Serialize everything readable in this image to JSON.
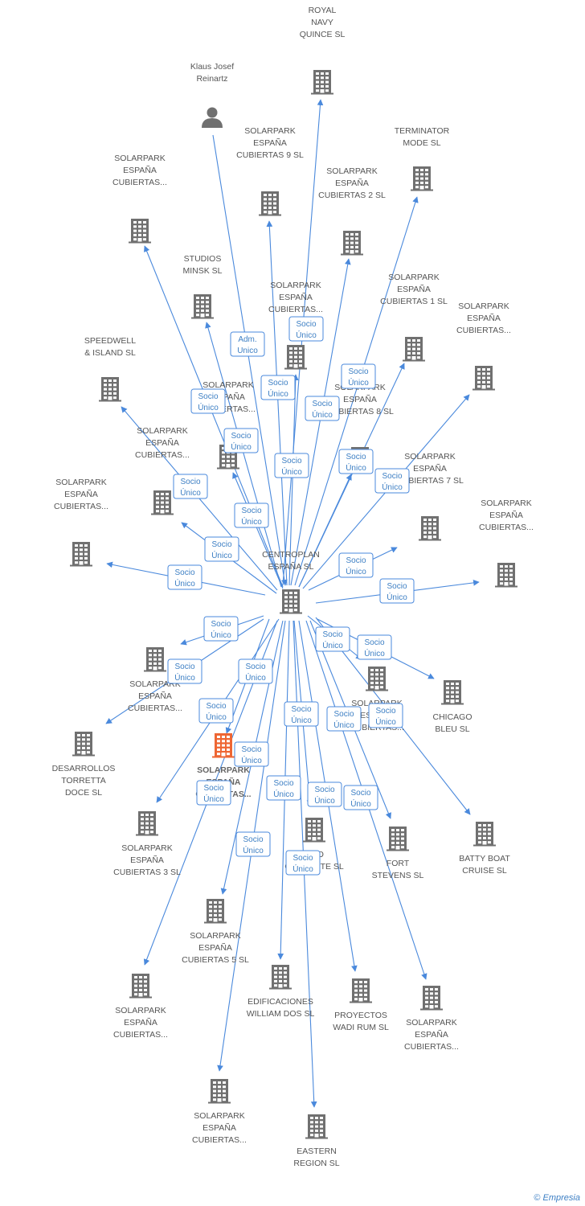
{
  "colors": {
    "edge": "#4a89dc",
    "building": "#707070",
    "focus_building": "#ee6633",
    "person": "#707070",
    "badge_border": "#4a89dc",
    "badge_text": "#3d7fc4"
  },
  "nodes": [
    {
      "id": "center",
      "type": "company",
      "lines": [
        "CENTROPLAN",
        "ESPAÑA SL"
      ]
    },
    {
      "id": "royal",
      "type": "company",
      "lines": [
        "ROYAL",
        "NAVY",
        "QUINCE SL"
      ]
    },
    {
      "id": "klaus",
      "type": "person",
      "lines": [
        "Klaus Josef",
        "Reinartz"
      ]
    },
    {
      "id": "terminator",
      "type": "company",
      "lines": [
        "TERMINATOR",
        "MODE SL"
      ]
    },
    {
      "id": "sec9",
      "type": "company",
      "lines": [
        "SOLARPARK",
        "ESPAÑA",
        "CUBIERTAS 9 SL"
      ]
    },
    {
      "id": "sec_a",
      "type": "company",
      "lines": [
        "SOLARPARK",
        "ESPAÑA",
        "CUBIERTAS..."
      ]
    },
    {
      "id": "sec2",
      "type": "company",
      "lines": [
        "SOLARPARK",
        "ESPAÑA",
        "CUBIERTAS 2 SL"
      ]
    },
    {
      "id": "studios",
      "type": "company",
      "lines": [
        "STUDIOS",
        "MINSK SL"
      ]
    },
    {
      "id": "sec_mid",
      "type": "company",
      "lines": [
        "SOLARPARK",
        "ESPAÑA",
        "CUBIERTAS..."
      ]
    },
    {
      "id": "sec1",
      "type": "company",
      "lines": [
        "SOLARPARK",
        "ESPAÑA",
        "CUBIERTAS 1  SL"
      ]
    },
    {
      "id": "sec_r1",
      "type": "company",
      "lines": [
        "SOLARPARK",
        "ESPAÑA",
        "CUBIERTAS..."
      ]
    },
    {
      "id": "speedwell",
      "type": "company",
      "lines": [
        "SPEEDWELL",
        "& ISLAND SL"
      ]
    },
    {
      "id": "sec_cubie",
      "type": "company",
      "lines": [
        "SOLARPARK",
        "ESPAÑA",
        "CUBIERTAS..."
      ]
    },
    {
      "id": "sec8",
      "type": "company",
      "lines": [
        "SOLARPARK",
        "ESPAÑA",
        "CUBIERTAS 8 SL"
      ]
    },
    {
      "id": "sec_l1",
      "type": "company",
      "lines": [
        "SOLARPARK",
        "ESPAÑA",
        "CUBIERTAS..."
      ]
    },
    {
      "id": "sec7",
      "type": "company",
      "lines": [
        "SOLARPARK",
        "ESPAÑA",
        "CUBIERTAS 7 SL"
      ]
    },
    {
      "id": "sec_l2",
      "type": "company",
      "lines": [
        "SOLARPARK",
        "ESPAÑA",
        "CUBIERTAS..."
      ]
    },
    {
      "id": "sec_r2",
      "type": "company",
      "lines": [
        "SOLARPARK",
        "ESPAÑA",
        "CUBIERTAS..."
      ]
    },
    {
      "id": "sec_l3",
      "type": "company",
      "lines": [
        "SOLARPARK",
        "ESPAÑA",
        "CUBIERTAS..."
      ]
    },
    {
      "id": "sec_c2",
      "type": "company",
      "lines": [
        "SOLARPARK",
        "ESPAÑA",
        "CUBIERTAS..."
      ]
    },
    {
      "id": "chicago",
      "type": "company",
      "lines": [
        "CHICAGO",
        "BLEU SL"
      ]
    },
    {
      "id": "desarrollos",
      "type": "company",
      "lines": [
        "DESARROLLOS",
        "TORRETTA",
        "DOCE SL"
      ]
    },
    {
      "id": "focus",
      "type": "focus",
      "lines": [
        "SOLARPARK",
        "ESPAÑA",
        "CUBIERTAS..."
      ]
    },
    {
      "id": "sec3",
      "type": "company",
      "lines": [
        "SOLARPARK",
        "ESPAÑA",
        "CUBIERTAS 3 SL"
      ]
    },
    {
      "id": "oro",
      "type": "company",
      "lines": [
        "ORO",
        "CUARENTE SL"
      ]
    },
    {
      "id": "fort",
      "type": "company",
      "lines": [
        "FORT",
        "STEVENS SL"
      ]
    },
    {
      "id": "batty",
      "type": "company",
      "lines": [
        "BATTY BOAT",
        "CRUISE SL"
      ]
    },
    {
      "id": "sec5",
      "type": "company",
      "lines": [
        "SOLARPARK",
        "ESPAÑA",
        "CUBIERTAS 5 SL"
      ]
    },
    {
      "id": "sec_bl",
      "type": "company",
      "lines": [
        "SOLARPARK",
        "ESPAÑA",
        "CUBIERTAS..."
      ]
    },
    {
      "id": "edificaciones",
      "type": "company",
      "lines": [
        "EDIFICACIONES",
        "WILLIAM DOS SL"
      ]
    },
    {
      "id": "proyectos",
      "type": "company",
      "lines": [
        "PROYECTOS",
        "WADI RUM SL"
      ]
    },
    {
      "id": "sec_br",
      "type": "company",
      "lines": [
        "SOLARPARK",
        "ESPAÑA",
        "CUBIERTAS..."
      ]
    },
    {
      "id": "sec_b",
      "type": "company",
      "lines": [
        "SOLARPARK",
        "ESPAÑA",
        "CUBIERTAS..."
      ]
    },
    {
      "id": "eastern",
      "type": "company",
      "lines": [
        "EASTERN",
        "REGION SL"
      ]
    }
  ],
  "edges": [
    {
      "from": "center",
      "to": "royal",
      "badge": null
    },
    {
      "from": "klaus",
      "to": "center",
      "badge": [
        "Adm.",
        "Unico"
      ]
    },
    {
      "from": "center",
      "to": "terminator",
      "badge": [
        "Socio",
        "Único"
      ]
    },
    {
      "from": "center",
      "to": "sec9",
      "badge": [
        "Socio",
        "Único"
      ]
    },
    {
      "from": "center",
      "to": "sec_a",
      "badge": [
        "Socio",
        "Único"
      ]
    },
    {
      "from": "center",
      "to": "sec2",
      "badge": [
        "Socio",
        "Único"
      ]
    },
    {
      "from": "center",
      "to": "studios",
      "badge": [
        "Socio",
        "Único"
      ]
    },
    {
      "from": "center",
      "to": "sec_mid",
      "badge": [
        "Socio",
        "Único"
      ]
    },
    {
      "from": "center",
      "to": "sec1",
      "badge": [
        "Socio",
        "Único"
      ]
    },
    {
      "from": "center",
      "to": "sec_r1",
      "badge": [
        "Socio",
        "Único"
      ]
    },
    {
      "from": "center",
      "to": "speedwell",
      "badge": [
        "Socio",
        "Único"
      ]
    },
    {
      "from": "center",
      "to": "sec_cubie",
      "badge": [
        "Socio",
        "Único"
      ]
    },
    {
      "from": "center",
      "to": "sec8",
      "badge": [
        "Socio",
        "Único"
      ]
    },
    {
      "from": "center",
      "to": "sec_l1",
      "badge": [
        "Socio",
        "Único"
      ]
    },
    {
      "from": "center",
      "to": "sec7",
      "badge": [
        "Socio",
        "Único"
      ]
    },
    {
      "from": "center",
      "to": "sec_l2",
      "badge": [
        "Socio",
        "Único"
      ]
    },
    {
      "from": "center",
      "to": "sec_r2",
      "badge": [
        "Socio",
        "Único"
      ]
    },
    {
      "from": "center",
      "to": "sec_l3",
      "badge": [
        "Socio",
        "Único"
      ]
    },
    {
      "from": "center",
      "to": "sec_c2",
      "badge": [
        "Socio",
        "Único"
      ]
    },
    {
      "from": "center",
      "to": "chicago",
      "badge": [
        "Socio",
        "Único"
      ]
    },
    {
      "from": "center",
      "to": "desarrollos",
      "badge": [
        "Socio",
        "Único"
      ]
    },
    {
      "from": "center",
      "to": "focus",
      "badge": [
        "Socio",
        "Único"
      ]
    },
    {
      "from": "center",
      "to": "sec3",
      "badge": [
        "Socio",
        "Único"
      ]
    },
    {
      "from": "center",
      "to": "oro",
      "badge": [
        "Socio",
        "Único"
      ]
    },
    {
      "from": "center",
      "to": "fort",
      "badge": [
        "Socio",
        "Único"
      ]
    },
    {
      "from": "center",
      "to": "batty",
      "badge": [
        "Socio",
        "Único"
      ]
    },
    {
      "from": "center",
      "to": "sec5",
      "badge": [
        "Socio",
        "Único"
      ]
    },
    {
      "from": "center",
      "to": "sec_bl",
      "badge": [
        "Socio",
        "Único"
      ]
    },
    {
      "from": "center",
      "to": "edificaciones",
      "badge": [
        "Socio",
        "Único"
      ]
    },
    {
      "from": "center",
      "to": "proyectos",
      "badge": [
        "Socio",
        "Único"
      ]
    },
    {
      "from": "center",
      "to": "sec_br",
      "badge": [
        "Socio",
        "Único"
      ]
    },
    {
      "from": "center",
      "to": "sec_b",
      "badge": [
        "Socio",
        "Único"
      ]
    },
    {
      "from": "center",
      "to": "eastern",
      "badge": [
        "Socio",
        "Único"
      ]
    }
  ],
  "footer": {
    "copyright": "©",
    "brand": "Empresia"
  }
}
